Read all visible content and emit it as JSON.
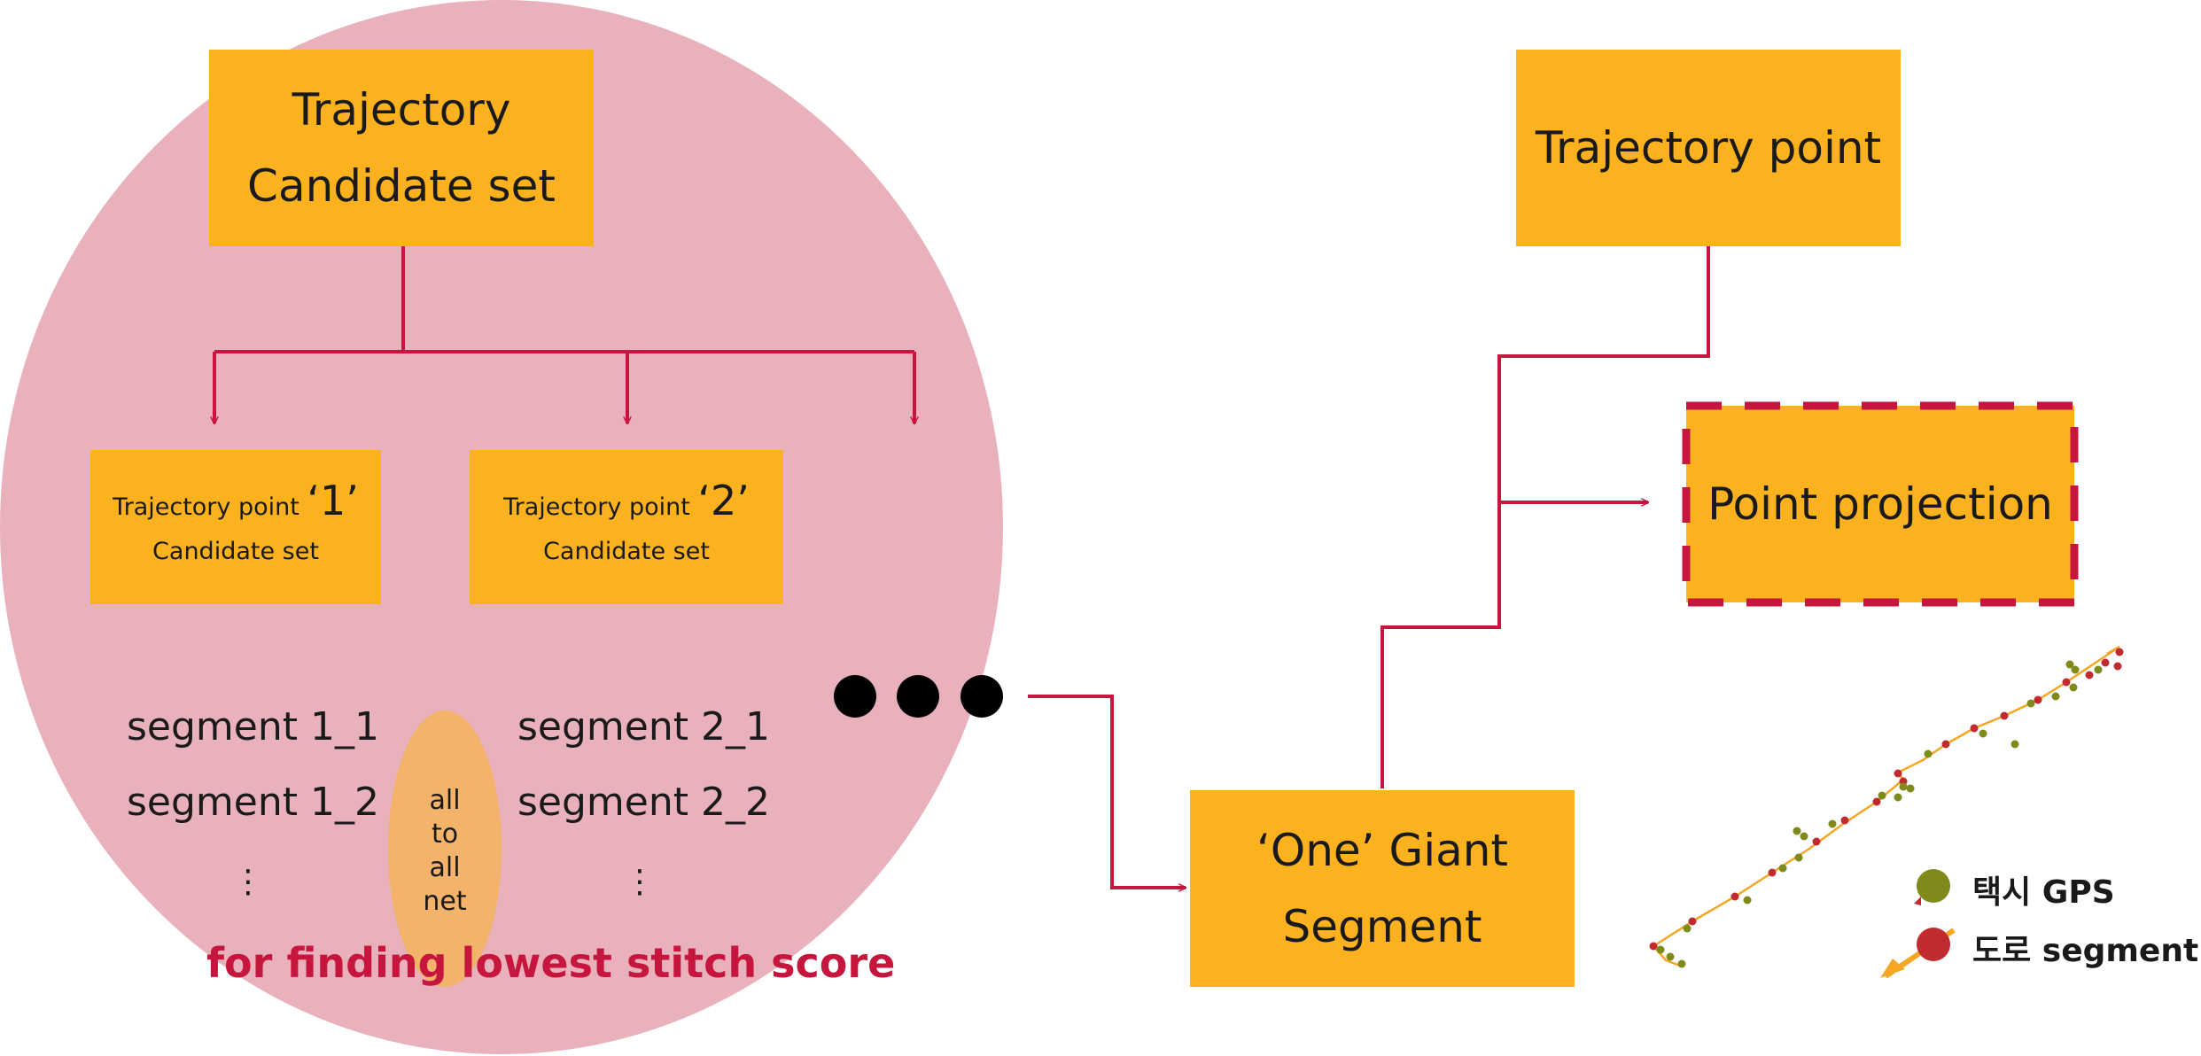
{
  "colors": {
    "circle": "#e9b1bb",
    "box": "#fbb21e",
    "arrow": "#c7163e",
    "net_ellipse": "#f3b36a",
    "gps_point": "#7f8a1a",
    "segment_point": "#c12a2e",
    "trajectory_line": "#f5a623"
  },
  "candidate_set": {
    "line1": "Trajectory",
    "line2": "Candidate set"
  },
  "tp1": {
    "prefix": "Trajectory point ",
    "num": "‘1’",
    "line2": "Candidate set"
  },
  "tp2": {
    "prefix": "Trajectory point ",
    "num": "‘2’",
    "line2": "Candidate set"
  },
  "segments": {
    "s1_1": "segment 1_1",
    "s1_2": "segment 1_2",
    "s2_1": "segment 2_1",
    "s2_2": "segment 2_2",
    "vdots": "⋮"
  },
  "net_label": [
    "all",
    "to",
    "all",
    "net"
  ],
  "caption": "for finding lowest stitch score",
  "giant_segment": {
    "line1": "‘One’ Giant",
    "line2": "Segment"
  },
  "trajectory_point": "Trajectory point",
  "point_projection": "Point projection",
  "legend": {
    "gps": "택시 GPS",
    "segment": "도로 segment"
  }
}
